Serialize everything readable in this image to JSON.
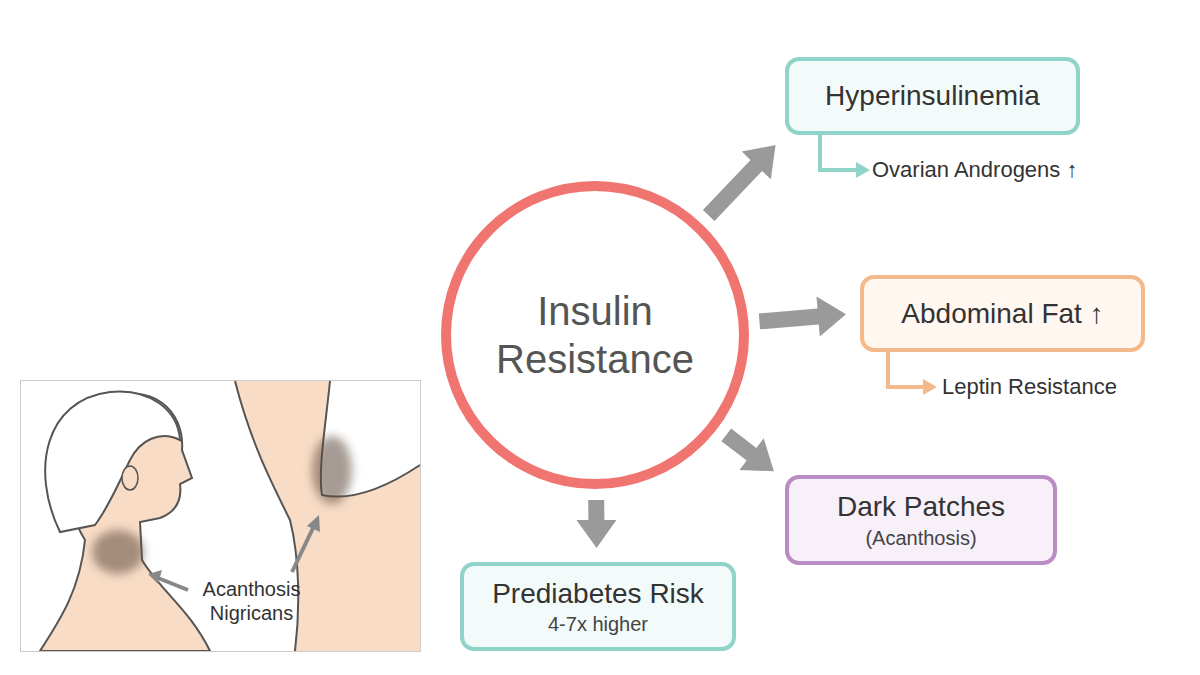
{
  "diagram": {
    "nodes": [
      {
        "text": [
          "Insulin Resistance"
        ]
      },
      {
        "text": [
          "Hyperinsulinemia"
        ]
      },
      {
        "text": [
          "Abdominal Fat ↑"
        ]
      },
      {
        "text": [
          "Dark Patches",
          "(Acanthosis)"
        ]
      },
      {
        "text": [
          "Prediabetes Risk",
          "4-7x higher"
        ]
      },
      {
        "text": [
          "Acanthosis Nigricans"
        ]
      }
    ],
    "edges": [
      {
        "from": 0,
        "to": 1,
        "arrow": "to"
      },
      {
        "from": 0,
        "to": 2,
        "arrow": "to"
      },
      {
        "from": 0,
        "to": 3,
        "arrow": "to"
      },
      {
        "from": 0,
        "to": 4,
        "arrow": "to"
      }
    ],
    "labels": [
      "Ovarian Androgens ↑",
      "Leptin Resistance"
    ]
  }
}
